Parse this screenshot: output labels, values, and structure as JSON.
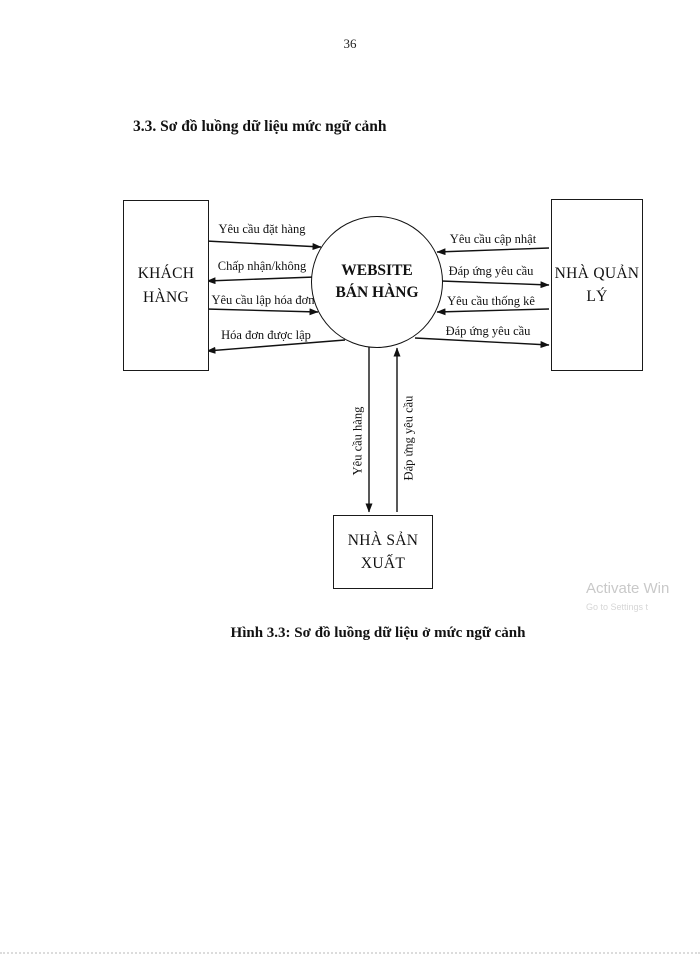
{
  "page": {
    "number": "36",
    "heading": "3.3. Sơ đồ luồng dữ liệu mức ngữ cảnh",
    "caption": "Hình 3.3: Sơ đồ luồng dữ liệu  ở mức ngữ cảnh"
  },
  "diagram": {
    "entities": {
      "customer": "KHÁCH HÀNG",
      "process": "WEBSITE BÁN HÀNG",
      "manager": "NHÀ QUẢN LÝ",
      "producer": "NHÀ SẢN XUẤT"
    },
    "flows": {
      "left": [
        {
          "label": "Yêu cầu đặt hàng",
          "direction": "to-process"
        },
        {
          "label": "Chấp nhận/không",
          "direction": "to-customer"
        },
        {
          "label": "Yêu cầu lập hóa đơn",
          "direction": "to-process"
        },
        {
          "label": "Hóa đơn được lập",
          "direction": "to-customer"
        }
      ],
      "right": [
        {
          "label": "Yêu cầu cập nhật",
          "direction": "to-process"
        },
        {
          "label": "Đáp ứng yêu cầu",
          "direction": "to-manager"
        },
        {
          "label": "Yêu cầu thống kê",
          "direction": "to-process"
        },
        {
          "label": "Đáp ứng yêu cầu",
          "direction": "to-manager"
        }
      ],
      "bottom": [
        {
          "label": "Yêu cầu hàng",
          "direction": "to-producer"
        },
        {
          "label": "Đáp ứng yêu cầu",
          "direction": "to-process"
        }
      ]
    }
  },
  "watermark": {
    "line1": "Activate Win",
    "line2": "Go to Settings t"
  }
}
